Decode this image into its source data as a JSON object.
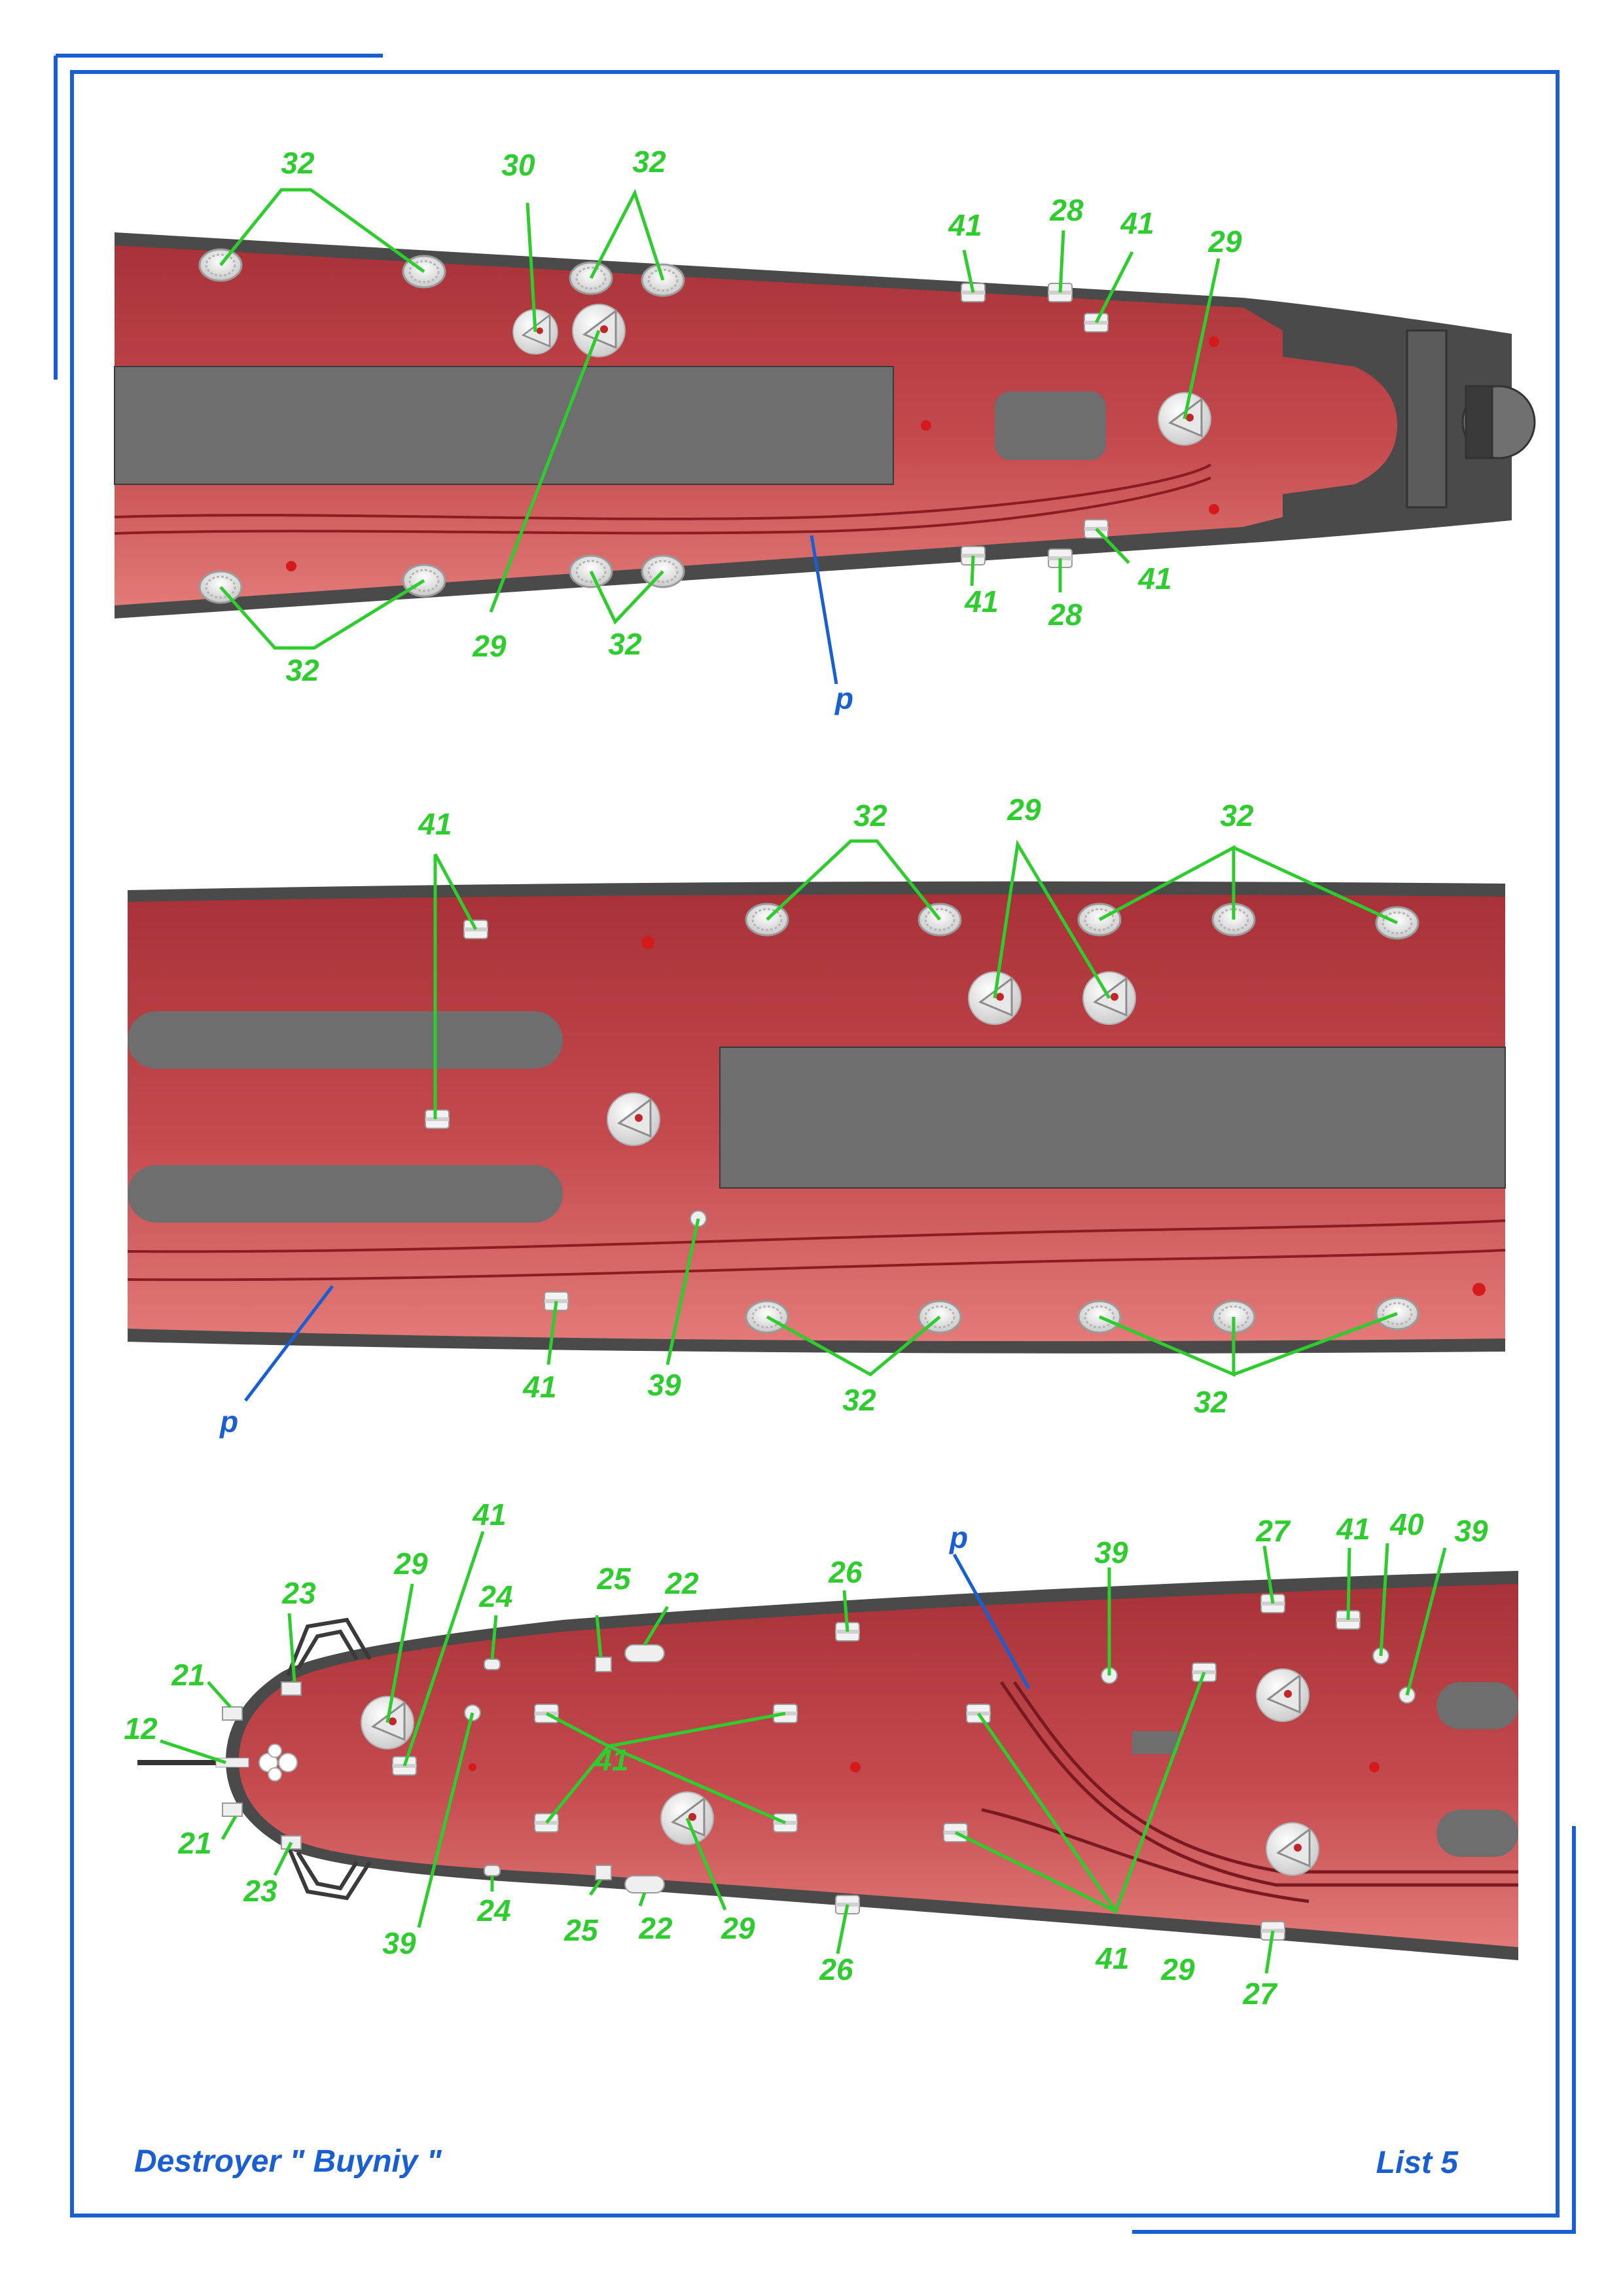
{
  "footer": {
    "title": "Destroyer  \" Buyniy \"",
    "sheet": "List 5"
  },
  "colors": {
    "frame": "#1a5fd1",
    "callout": "#2ecc2e",
    "deck": "#c0464a",
    "hull_edge": "#4a4a4a",
    "deckhouse": "#6e6e6e"
  },
  "panels": [
    {
      "name": "aft-deck-section",
      "labels": [
        "32",
        "30",
        "32",
        "41",
        "28",
        "41",
        "29",
        "32",
        "29",
        "32",
        "41",
        "28",
        "41",
        "p"
      ]
    },
    {
      "name": "midship-deck-section",
      "labels": [
        "41",
        "32",
        "29",
        "32",
        "41",
        "39",
        "32",
        "32",
        "p"
      ]
    },
    {
      "name": "bow-deck-section",
      "labels": [
        "41",
        "29",
        "23",
        "21",
        "12",
        "21",
        "23",
        "39",
        "24",
        "25",
        "22",
        "29",
        "24",
        "25",
        "22",
        "41",
        "26",
        "26",
        "p",
        "39",
        "27",
        "41",
        "40",
        "39",
        "41",
        "29",
        "27"
      ]
    }
  ]
}
